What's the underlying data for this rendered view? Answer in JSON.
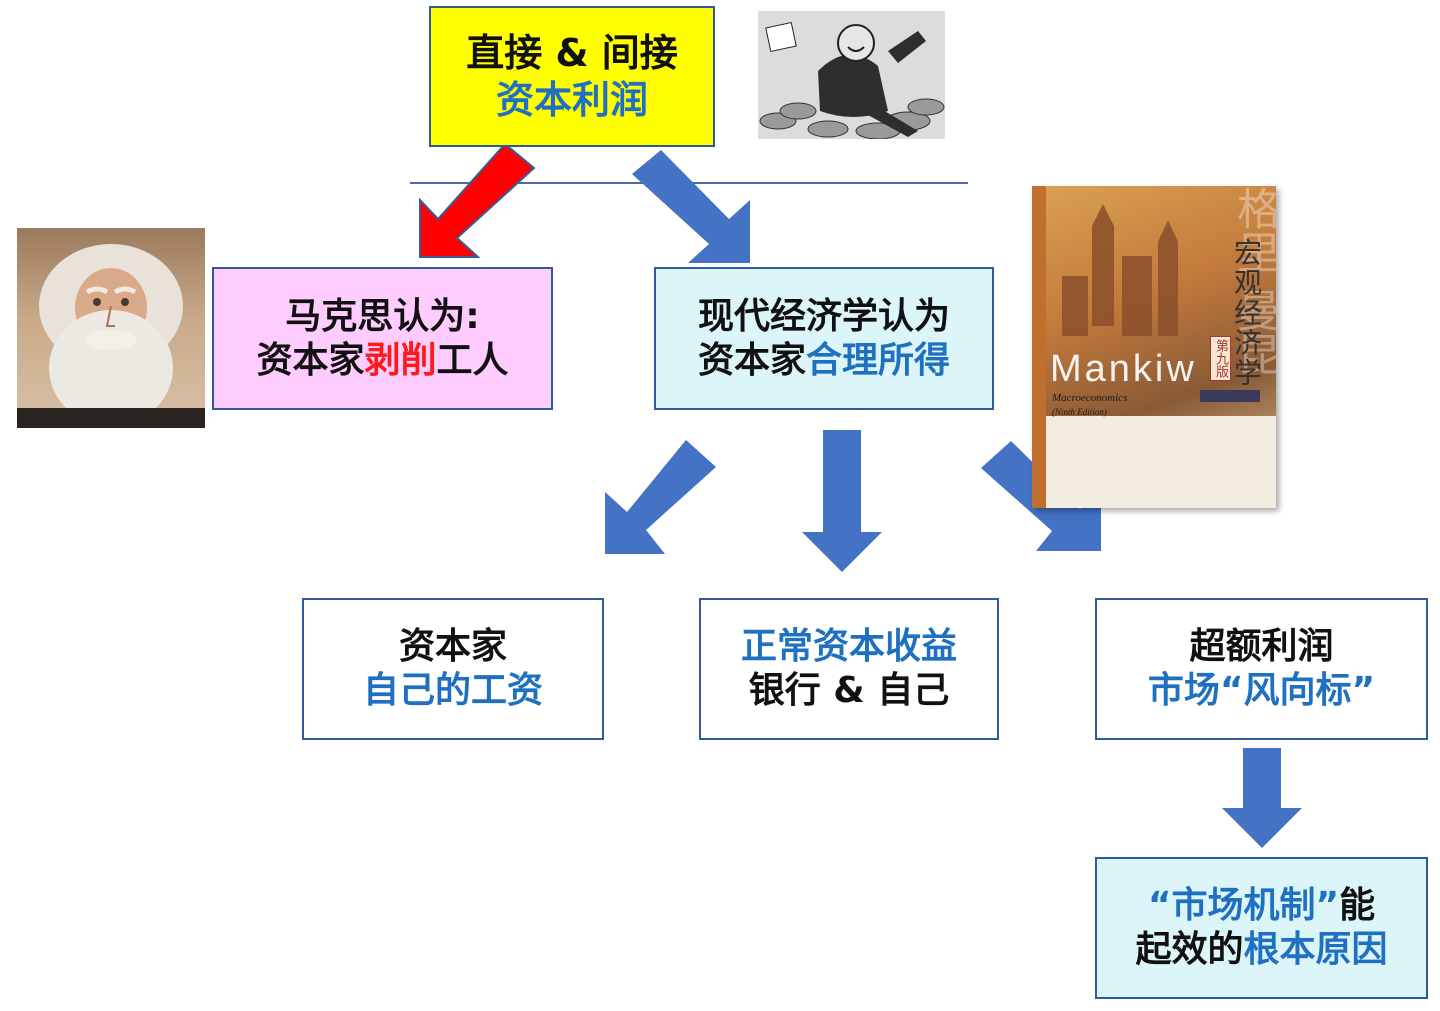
{
  "top_box": {
    "line1": "直接 & 间接",
    "line2": "资本利润"
  },
  "marx_box": {
    "line1": "马克思认为:",
    "line2_black": "资本家",
    "line2_red": "剥削",
    "line2_tail": "工人"
  },
  "modern_box": {
    "line1": "现代经济学认为",
    "line2_black": "资本家",
    "line2_blue": "合理所得"
  },
  "wage_box": {
    "line1": "资本家",
    "line2": "自己的工资"
  },
  "normal_box": {
    "line1": "正常资本收益",
    "line2": "银行 & 自己"
  },
  "excess_box": {
    "line1": "超额利润",
    "line2": "市场“风向标”"
  },
  "root_box": {
    "line1_blue": "“市场机制”",
    "line1_black": "能",
    "line2_black": "起效的",
    "line2_blue": "根本原因"
  },
  "book": {
    "title_cn": "宏观经济学",
    "edition_cn": "第九版",
    "author": "Mankiw",
    "subtitle_en": "Macroeconomics",
    "edition_en": "(Ninth Edition)",
    "bg_chars": "格里 曼昆"
  },
  "colors": {
    "yellow": "#ffff00",
    "pink": "#ffccff",
    "light_cyan": "#dcf5f8",
    "text_blue": "#1f70c1",
    "text_red": "#ff1a1a",
    "arrow_red": "#ff0000",
    "arrow_blue": "#4472c4",
    "border_blue": "#2e5c9a"
  },
  "icons": [
    "marx-portrait",
    "capitalist-cartoon",
    "mankiw-macroeconomics-book-cover"
  ]
}
